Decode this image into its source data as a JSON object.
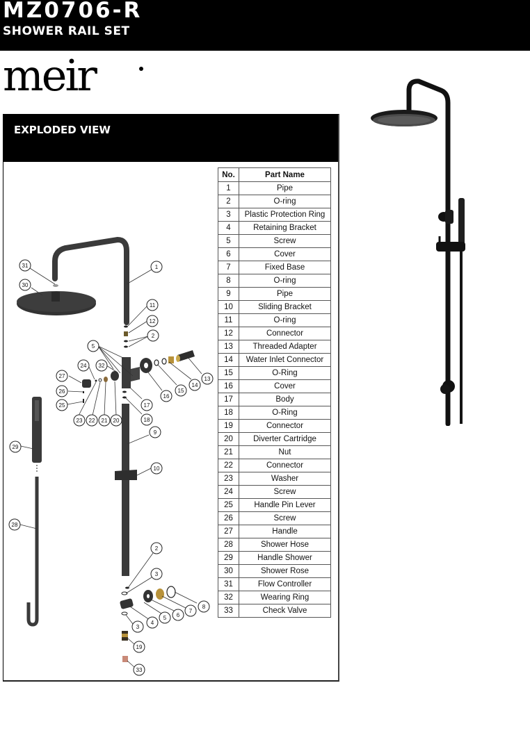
{
  "header": {
    "model": "MZ0706-R",
    "subtitle": "SHOWER RAIL SET"
  },
  "brand": {
    "logo_text": "meir"
  },
  "exploded_view": {
    "title": "EXPLODED VIEW",
    "callouts": [
      "31",
      "30",
      "1",
      "11",
      "12",
      "2",
      "5",
      "32",
      "24",
      "27",
      "26",
      "25",
      "23",
      "22",
      "21",
      "20",
      "18",
      "17",
      "16",
      "15",
      "14",
      "13",
      "29",
      "9",
      "10",
      "28",
      "2",
      "3",
      "8",
      "7",
      "6",
      "5",
      "4",
      "3",
      "19",
      "33"
    ]
  },
  "parts_table": {
    "headers": {
      "no": "No.",
      "name": "Part Name"
    },
    "rows": [
      {
        "no": "1",
        "name": "Pipe"
      },
      {
        "no": "2",
        "name": "O-ring"
      },
      {
        "no": "3",
        "name": "Plastic Protection Ring"
      },
      {
        "no": "4",
        "name": "Retaining Bracket"
      },
      {
        "no": "5",
        "name": "Screw"
      },
      {
        "no": "6",
        "name": "Cover"
      },
      {
        "no": "7",
        "name": "Fixed Base"
      },
      {
        "no": "8",
        "name": "O-ring"
      },
      {
        "no": "9",
        "name": "Pipe"
      },
      {
        "no": "10",
        "name": "Sliding Bracket"
      },
      {
        "no": "11",
        "name": "O-ring"
      },
      {
        "no": "12",
        "name": "Connector"
      },
      {
        "no": "13",
        "name": "Threaded Adapter"
      },
      {
        "no": "14",
        "name": "Water Inlet Connector"
      },
      {
        "no": "15",
        "name": "O-Ring"
      },
      {
        "no": "16",
        "name": "Cover"
      },
      {
        "no": "17",
        "name": "Body"
      },
      {
        "no": "18",
        "name": "O-Ring"
      },
      {
        "no": "19",
        "name": "Connector"
      },
      {
        "no": "20",
        "name": "Diverter Cartridge"
      },
      {
        "no": "21",
        "name": "Nut"
      },
      {
        "no": "22",
        "name": "Connector"
      },
      {
        "no": "23",
        "name": "Washer"
      },
      {
        "no": "24",
        "name": "Screw"
      },
      {
        "no": "25",
        "name": "Handle Pin Lever"
      },
      {
        "no": "26",
        "name": "Screw"
      },
      {
        "no": "27",
        "name": "Handle"
      },
      {
        "no": "28",
        "name": "Shower Hose"
      },
      {
        "no": "29",
        "name": "Handle Shower"
      },
      {
        "no": "30",
        "name": "Shower Rose"
      },
      {
        "no": "31",
        "name": "Flow Controller"
      },
      {
        "no": "32",
        "name": "Wearing Ring"
      },
      {
        "no": "33",
        "name": "Check Valve"
      }
    ]
  },
  "colors": {
    "header_bg": "#000000",
    "header_text": "#ffffff",
    "fixture_dark": "#2e2e2e",
    "brass": "#b8923a",
    "check_valve": "#c98a78"
  }
}
